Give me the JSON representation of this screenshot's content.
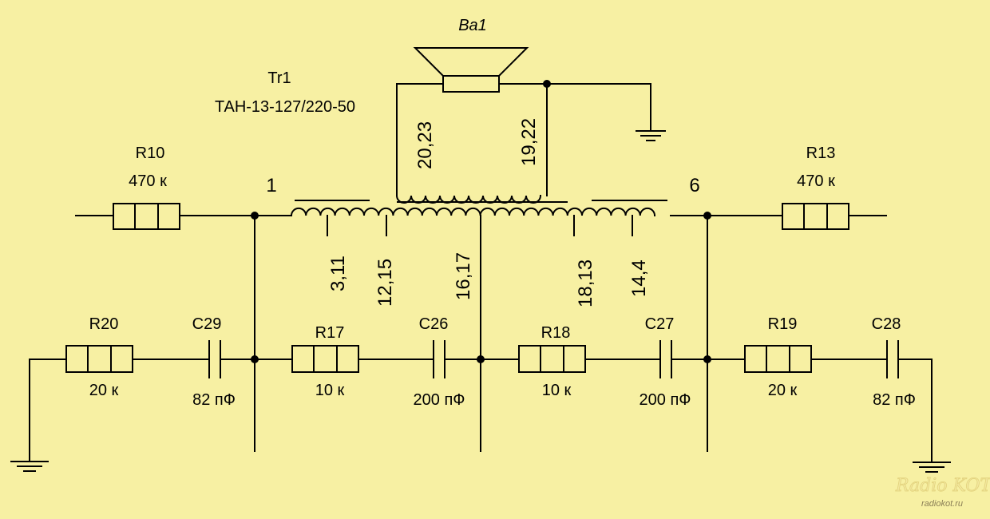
{
  "speaker": {
    "ref": "Ba1"
  },
  "transformer": {
    "ref": "Tr1",
    "model": "ТАН-13-127/220-50",
    "secondary_pins_left": "20,23",
    "secondary_pins_right": "19,22",
    "taps": [
      "3,11",
      "12,15",
      "16,17",
      "18,13",
      "14,4"
    ]
  },
  "nodes": {
    "left": "1",
    "right": "6"
  },
  "resistors": {
    "R10": {
      "ref": "R10",
      "value": "470 к"
    },
    "R13": {
      "ref": "R13",
      "value": "470 к"
    },
    "R20": {
      "ref": "R20",
      "value": "20 к"
    },
    "R17": {
      "ref": "R17",
      "value": "10 к"
    },
    "R18": {
      "ref": "R18",
      "value": "10 к"
    },
    "R19": {
      "ref": "R19",
      "value": "20 к"
    }
  },
  "capacitors": {
    "C29": {
      "ref": "C29",
      "value": "82 пФ"
    },
    "C26": {
      "ref": "C26",
      "value": "200 пФ"
    },
    "C27": {
      "ref": "C27",
      "value": "200 пФ"
    },
    "C28": {
      "ref": "C28",
      "value": "82 пФ"
    }
  },
  "watermark": {
    "brand": "Radio KOT",
    "url": "radiokot.ru"
  }
}
